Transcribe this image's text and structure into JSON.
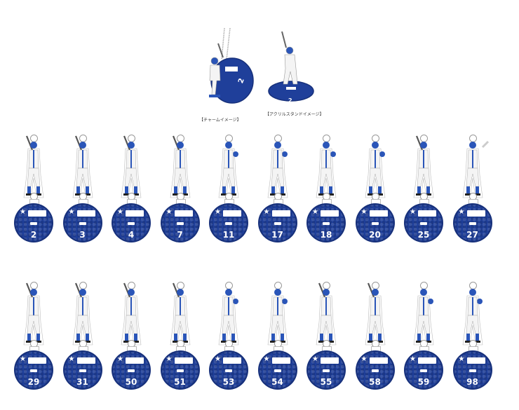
{
  "captions": {
    "charm": "【チャームイメージ】",
    "stand": "【アクリルスタンドイメージ】"
  },
  "colors": {
    "disc_blue": "#1f3f9a",
    "uniform_white": "#f4f4f4",
    "uniform_blue": "#2a55b8"
  },
  "preview": {
    "charm_number": "2",
    "stand_number": "2"
  },
  "row1": [
    {
      "number": "2",
      "pose": "bat"
    },
    {
      "number": "3",
      "pose": "bat"
    },
    {
      "number": "4",
      "pose": "bat"
    },
    {
      "number": "7",
      "pose": "bat"
    },
    {
      "number": "11",
      "pose": "pitch"
    },
    {
      "number": "17",
      "pose": "pitch"
    },
    {
      "number": "18",
      "pose": "pitch"
    },
    {
      "number": "20",
      "pose": "pitch"
    },
    {
      "number": "25",
      "pose": "bat"
    },
    {
      "number": "27",
      "pose": "throw"
    }
  ],
  "row2": [
    {
      "number": "29",
      "pose": "bat"
    },
    {
      "number": "31",
      "pose": "bat"
    },
    {
      "number": "50",
      "pose": "bat"
    },
    {
      "number": "51",
      "pose": "bat"
    },
    {
      "number": "53",
      "pose": "pitch"
    },
    {
      "number": "54",
      "pose": "pitch"
    },
    {
      "number": "55",
      "pose": "bat"
    },
    {
      "number": "58",
      "pose": "bat"
    },
    {
      "number": "59",
      "pose": "pitch"
    },
    {
      "number": "98",
      "pose": "pitch"
    }
  ]
}
